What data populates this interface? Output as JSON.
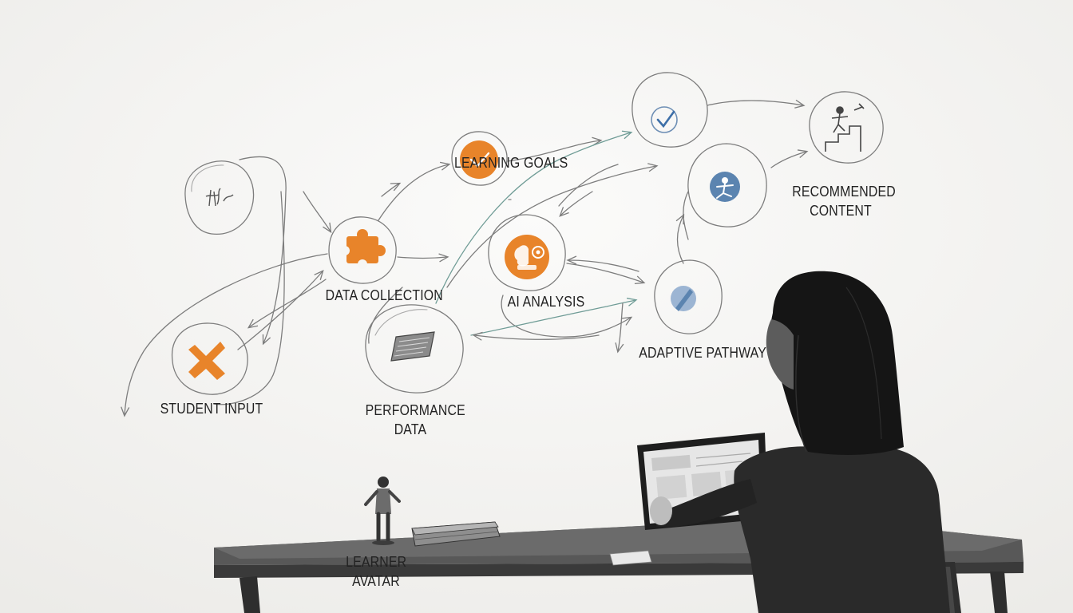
{
  "diagram": {
    "nodes": {
      "student_input": "STUDENT INPUT",
      "data_collection": "DATA COLLECTION",
      "learning_goals": "LEARNING GOALS",
      "ai_analysis": "AI ANALYSIS",
      "performance_data": "PERFORMANCE DATA",
      "adaptive_pathway": "ADAPTIVE PATHWAY",
      "recommended_content": "RECOMMENDED CONTENT",
      "learner_avatar": "LEARNER AVATAR"
    }
  },
  "colors": {
    "accent_orange": "#e8842a",
    "accent_blue": "#5b84b0",
    "sketch_gray": "#7d7d7d",
    "teal_arrow": "#6f9c96"
  },
  "icons": [
    "handwriting-icon",
    "puzzle-icon",
    "tool-cross-icon",
    "check-icon",
    "learning-goals-check-icon",
    "ai-brain-gear-icon",
    "document-icon",
    "stairs-climb-icon",
    "person-icon",
    "pencil-icon"
  ]
}
